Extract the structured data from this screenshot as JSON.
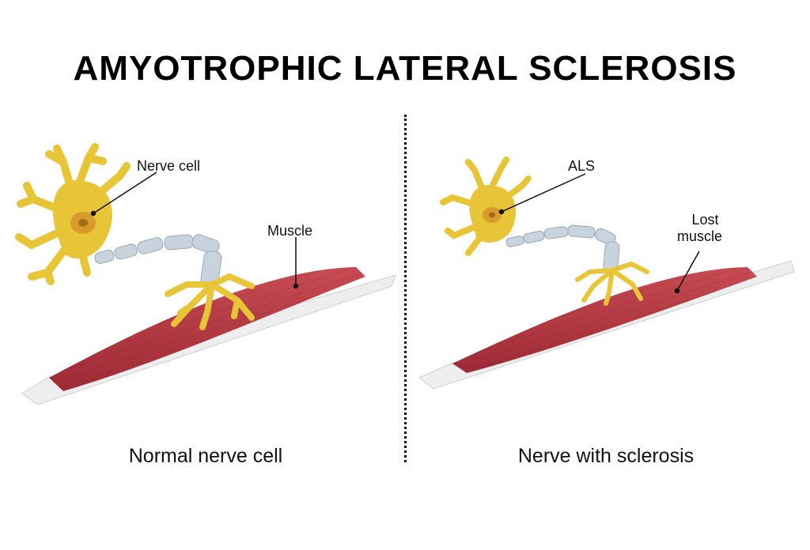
{
  "title": "AMYOTROPHIC LATERAL SCLEROSIS",
  "left": {
    "caption": "Normal nerve cell",
    "label_cell": "Nerve cell",
    "label_muscle": "Muscle"
  },
  "right": {
    "caption": "Nerve with sclerosis",
    "label_cell": "ALS",
    "label_muscle_line1": "Lost",
    "label_muscle_line2": "muscle"
  },
  "colors": {
    "neuron": "#e8c437",
    "neuron_dark": "#c9a21c",
    "nucleus": "#d89a2a",
    "axon": "#c9d3dd",
    "muscle": "#b93b42",
    "muscle_dark": "#8f2430",
    "tendon": "#eeeeee"
  }
}
